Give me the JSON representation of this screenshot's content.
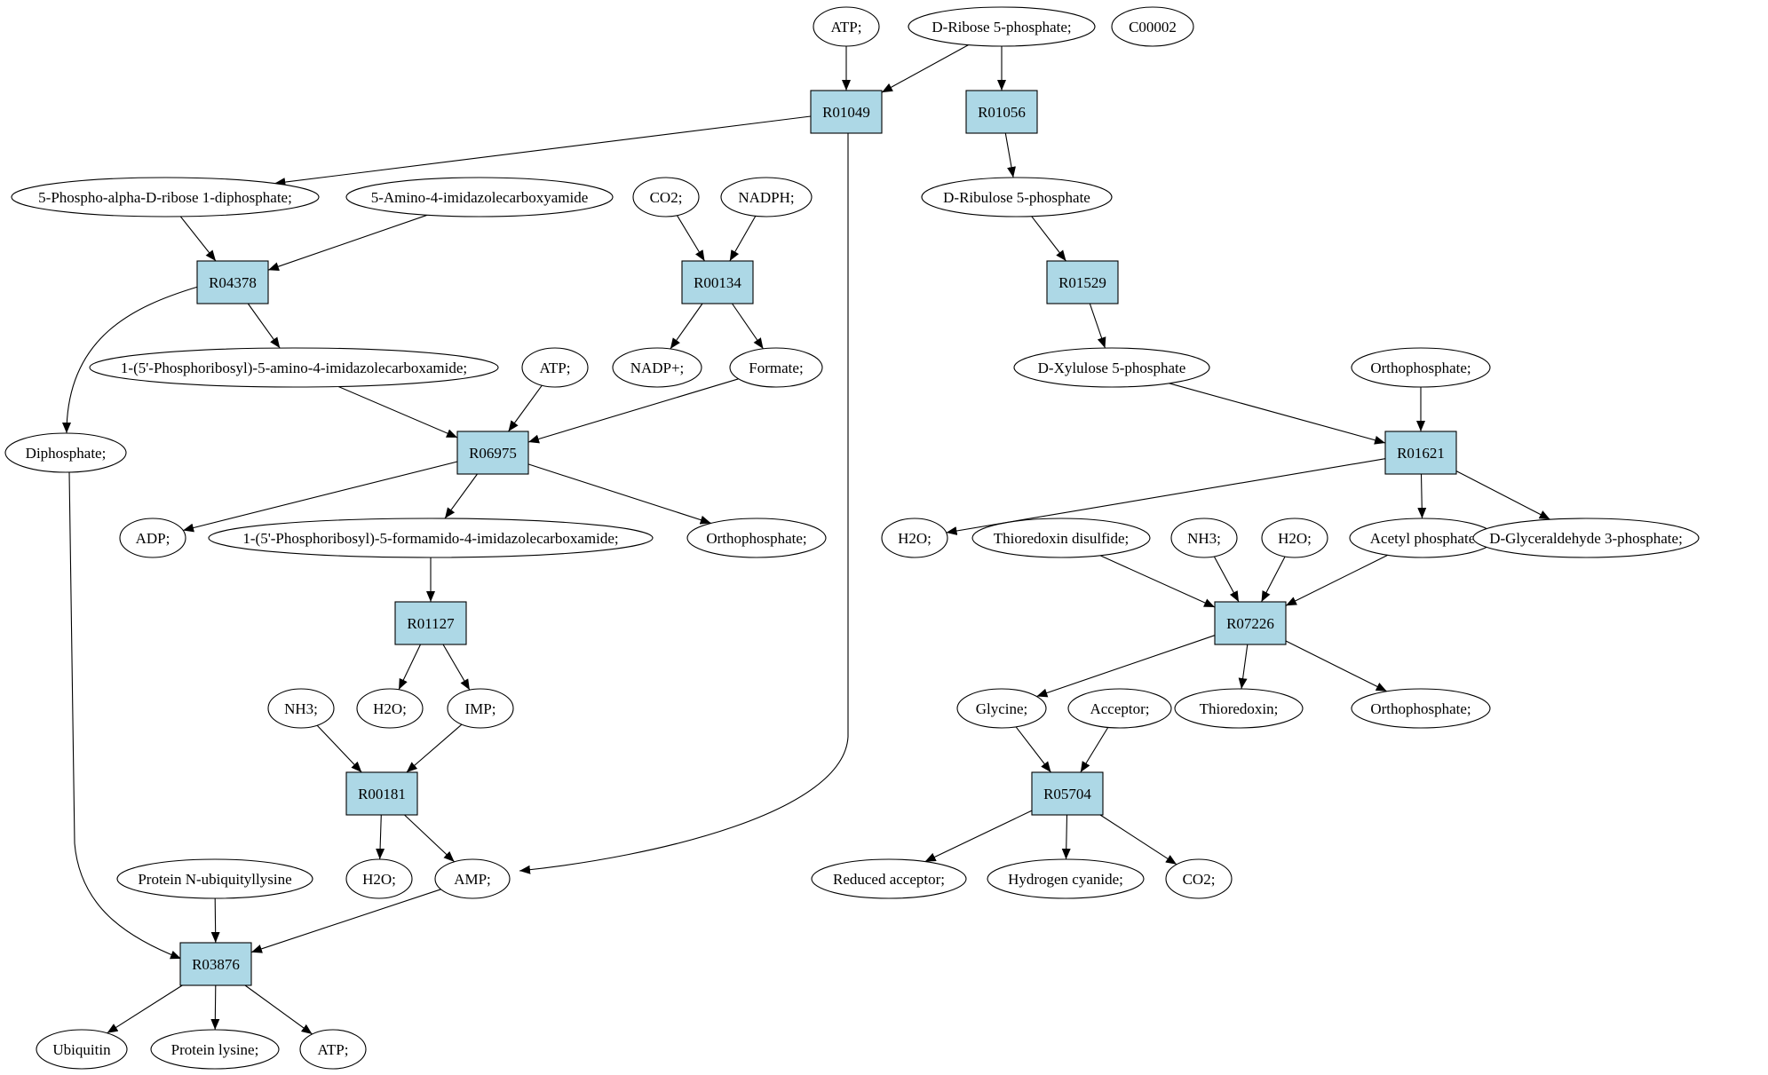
{
  "colors": {
    "reaction_fill": "#add8e6",
    "compound_fill": "#ffffff",
    "highlight_green": "#00ee00",
    "highlight_yellow": "#ffff00",
    "stroke": "#000000"
  },
  "nodes": {
    "atp_top": {
      "label": "ATP;",
      "shape": "ellipse"
    },
    "d_ribose_5p": {
      "label": "D-Ribose 5-phosphate;",
      "shape": "ellipse",
      "fill": "highlight_green"
    },
    "c00002": {
      "label": "C00002",
      "shape": "ellipse",
      "fill": "highlight_yellow"
    },
    "r01049": {
      "label": "R01049",
      "shape": "rect"
    },
    "r01056": {
      "label": "R01056",
      "shape": "rect"
    },
    "prpp": {
      "label": "5-Phospho-alpha-D-ribose 1-diphosphate;",
      "shape": "ellipse"
    },
    "aica": {
      "label": "5-Amino-4-imidazolecarboxyamide",
      "shape": "ellipse"
    },
    "co2_top": {
      "label": "CO2;",
      "shape": "ellipse"
    },
    "nadph": {
      "label": "NADPH;",
      "shape": "ellipse"
    },
    "d_ribulose_5p": {
      "label": "D-Ribulose 5-phosphate",
      "shape": "ellipse"
    },
    "r04378": {
      "label": "R04378",
      "shape": "rect"
    },
    "r00134": {
      "label": "R00134",
      "shape": "rect"
    },
    "r01529": {
      "label": "R01529",
      "shape": "rect"
    },
    "aicar": {
      "label": "1-(5'-Phosphoribosyl)-5-amino-4-imidazolecarboxamide;",
      "shape": "ellipse"
    },
    "atp_mid": {
      "label": "ATP;",
      "shape": "ellipse"
    },
    "nadp": {
      "label": "NADP+;",
      "shape": "ellipse"
    },
    "formate": {
      "label": "Formate;",
      "shape": "ellipse"
    },
    "d_xylulose_5p": {
      "label": "D-Xylulose 5-phosphate",
      "shape": "ellipse"
    },
    "ortho_r01621": {
      "label": "Orthophosphate;",
      "shape": "ellipse"
    },
    "diphosphate": {
      "label": "Diphosphate;",
      "shape": "ellipse"
    },
    "r06975": {
      "label": "R06975",
      "shape": "rect"
    },
    "r01621": {
      "label": "R01621",
      "shape": "rect"
    },
    "adp": {
      "label": "ADP;",
      "shape": "ellipse"
    },
    "faicar": {
      "label": "1-(5'-Phosphoribosyl)-5-formamido-4-imidazolecarboxamide;",
      "shape": "ellipse"
    },
    "ortho_r06975": {
      "label": "Orthophosphate;",
      "shape": "ellipse"
    },
    "h2o_r01621": {
      "label": "H2O;",
      "shape": "ellipse"
    },
    "thioredoxin_disulfide": {
      "label": "Thioredoxin disulfide;",
      "shape": "ellipse"
    },
    "nh3_right": {
      "label": "NH3;",
      "shape": "ellipse"
    },
    "h2o_right": {
      "label": "H2O;",
      "shape": "ellipse"
    },
    "acetyl_phosphate": {
      "label": "Acetyl phosphate",
      "shape": "ellipse"
    },
    "gap": {
      "label": "D-Glyceraldehyde 3-phosphate;",
      "shape": "ellipse"
    },
    "r01127": {
      "label": "R01127",
      "shape": "rect"
    },
    "r07226": {
      "label": "R07226",
      "shape": "rect"
    },
    "nh3_left": {
      "label": "NH3;",
      "shape": "ellipse"
    },
    "h2o_r01127": {
      "label": "H2O;",
      "shape": "ellipse"
    },
    "imp": {
      "label": "IMP;",
      "shape": "ellipse"
    },
    "glycine": {
      "label": "Glycine;",
      "shape": "ellipse"
    },
    "acceptor": {
      "label": "Acceptor;",
      "shape": "ellipse"
    },
    "thioredoxin": {
      "label": "Thioredoxin;",
      "shape": "ellipse"
    },
    "ortho_r07226": {
      "label": "Orthophosphate;",
      "shape": "ellipse"
    },
    "r00181": {
      "label": "R00181",
      "shape": "rect"
    },
    "r05704": {
      "label": "R05704",
      "shape": "rect"
    },
    "protein_n_ubiq": {
      "label": "Protein N-ubiquityllysine",
      "shape": "ellipse"
    },
    "h2o_r00181": {
      "label": "H2O;",
      "shape": "ellipse"
    },
    "amp": {
      "label": "AMP;",
      "shape": "ellipse"
    },
    "reduced_acceptor": {
      "label": "Reduced acceptor;",
      "shape": "ellipse"
    },
    "hydrogen_cyanide": {
      "label": "Hydrogen cyanide;",
      "shape": "ellipse"
    },
    "co2_bottom": {
      "label": "CO2;",
      "shape": "ellipse"
    },
    "r03876": {
      "label": "R03876",
      "shape": "rect"
    },
    "ubiquitin": {
      "label": "Ubiquitin",
      "shape": "ellipse"
    },
    "protein_lysine": {
      "label": "Protein lysine;",
      "shape": "ellipse"
    },
    "atp_bottom": {
      "label": "ATP;",
      "shape": "ellipse"
    }
  },
  "edges": [
    [
      "atp_top",
      "r01049"
    ],
    [
      "d_ribose_5p",
      "r01049"
    ],
    [
      "d_ribose_5p",
      "r01056"
    ],
    [
      "r01049",
      "prpp"
    ],
    [
      "r01049",
      "amp"
    ],
    [
      "r01056",
      "d_ribulose_5p"
    ],
    [
      "prpp",
      "r04378"
    ],
    [
      "aica",
      "r04378"
    ],
    [
      "co2_top",
      "r00134"
    ],
    [
      "nadph",
      "r00134"
    ],
    [
      "d_ribulose_5p",
      "r01529"
    ],
    [
      "r04378",
      "diphosphate"
    ],
    [
      "r04378",
      "aicar"
    ],
    [
      "r00134",
      "nadp"
    ],
    [
      "r00134",
      "formate"
    ],
    [
      "r01529",
      "d_xylulose_5p"
    ],
    [
      "aicar",
      "r06975"
    ],
    [
      "atp_mid",
      "r06975"
    ],
    [
      "formate",
      "r06975"
    ],
    [
      "d_xylulose_5p",
      "r01621"
    ],
    [
      "ortho_r01621",
      "r01621"
    ],
    [
      "r06975",
      "adp"
    ],
    [
      "r06975",
      "faicar"
    ],
    [
      "r06975",
      "ortho_r06975"
    ],
    [
      "r01621",
      "h2o_r01621"
    ],
    [
      "r01621",
      "acetyl_phosphate"
    ],
    [
      "r01621",
      "gap"
    ],
    [
      "faicar",
      "r01127"
    ],
    [
      "thioredoxin_disulfide",
      "r07226"
    ],
    [
      "nh3_right",
      "r07226"
    ],
    [
      "h2o_right",
      "r07226"
    ],
    [
      "acetyl_phosphate",
      "r07226"
    ],
    [
      "r01127",
      "h2o_r01127"
    ],
    [
      "r01127",
      "imp"
    ],
    [
      "r07226",
      "glycine"
    ],
    [
      "r07226",
      "thioredoxin"
    ],
    [
      "r07226",
      "ortho_r07226"
    ],
    [
      "nh3_left",
      "r00181"
    ],
    [
      "imp",
      "r00181"
    ],
    [
      "glycine",
      "r05704"
    ],
    [
      "acceptor",
      "r05704"
    ],
    [
      "r00181",
      "h2o_r00181"
    ],
    [
      "r00181",
      "amp"
    ],
    [
      "r05704",
      "reduced_acceptor"
    ],
    [
      "r05704",
      "hydrogen_cyanide"
    ],
    [
      "r05704",
      "co2_bottom"
    ],
    [
      "diphosphate",
      "r03876"
    ],
    [
      "protein_n_ubiq",
      "r03876"
    ],
    [
      "amp",
      "r03876"
    ],
    [
      "r03876",
      "ubiquitin"
    ],
    [
      "r03876",
      "protein_lysine"
    ],
    [
      "r03876",
      "atp_bottom"
    ]
  ]
}
